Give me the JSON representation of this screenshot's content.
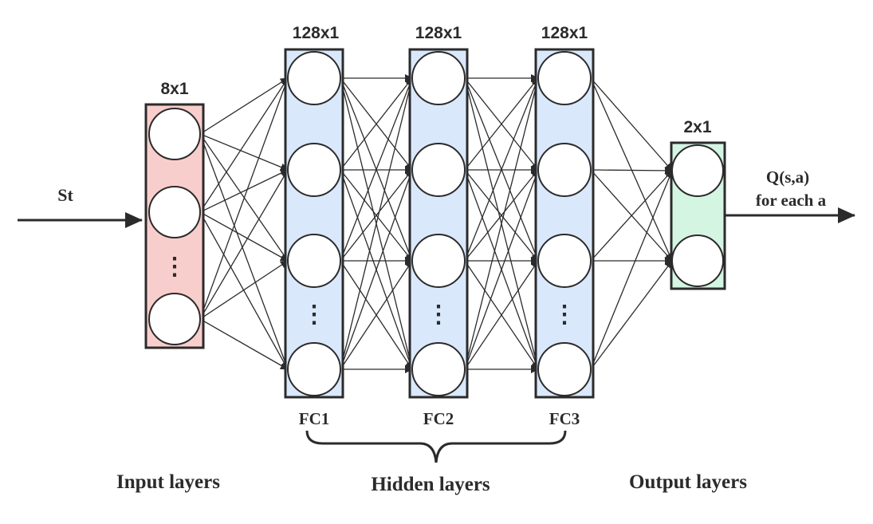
{
  "input": {
    "label": "St",
    "layer_size": "8x1",
    "color": "#f8cecc"
  },
  "hidden": [
    {
      "size": "128x1",
      "name": "FC1",
      "color": "#dae8fc"
    },
    {
      "size": "128x1",
      "name": "FC2",
      "color": "#dae8fc"
    },
    {
      "size": "128x1",
      "name": "FC3",
      "color": "#dae8fc"
    }
  ],
  "output": {
    "layer_size": "2x1",
    "label_line1": "Q(s,a)",
    "label_line2": "for each a",
    "color": "#d5f5e3"
  },
  "captions": {
    "input": "Input layers",
    "hidden": "Hidden layers",
    "output": "Output layers"
  },
  "ellipsis": "⋮",
  "stroke_color": "#2b2b2b"
}
